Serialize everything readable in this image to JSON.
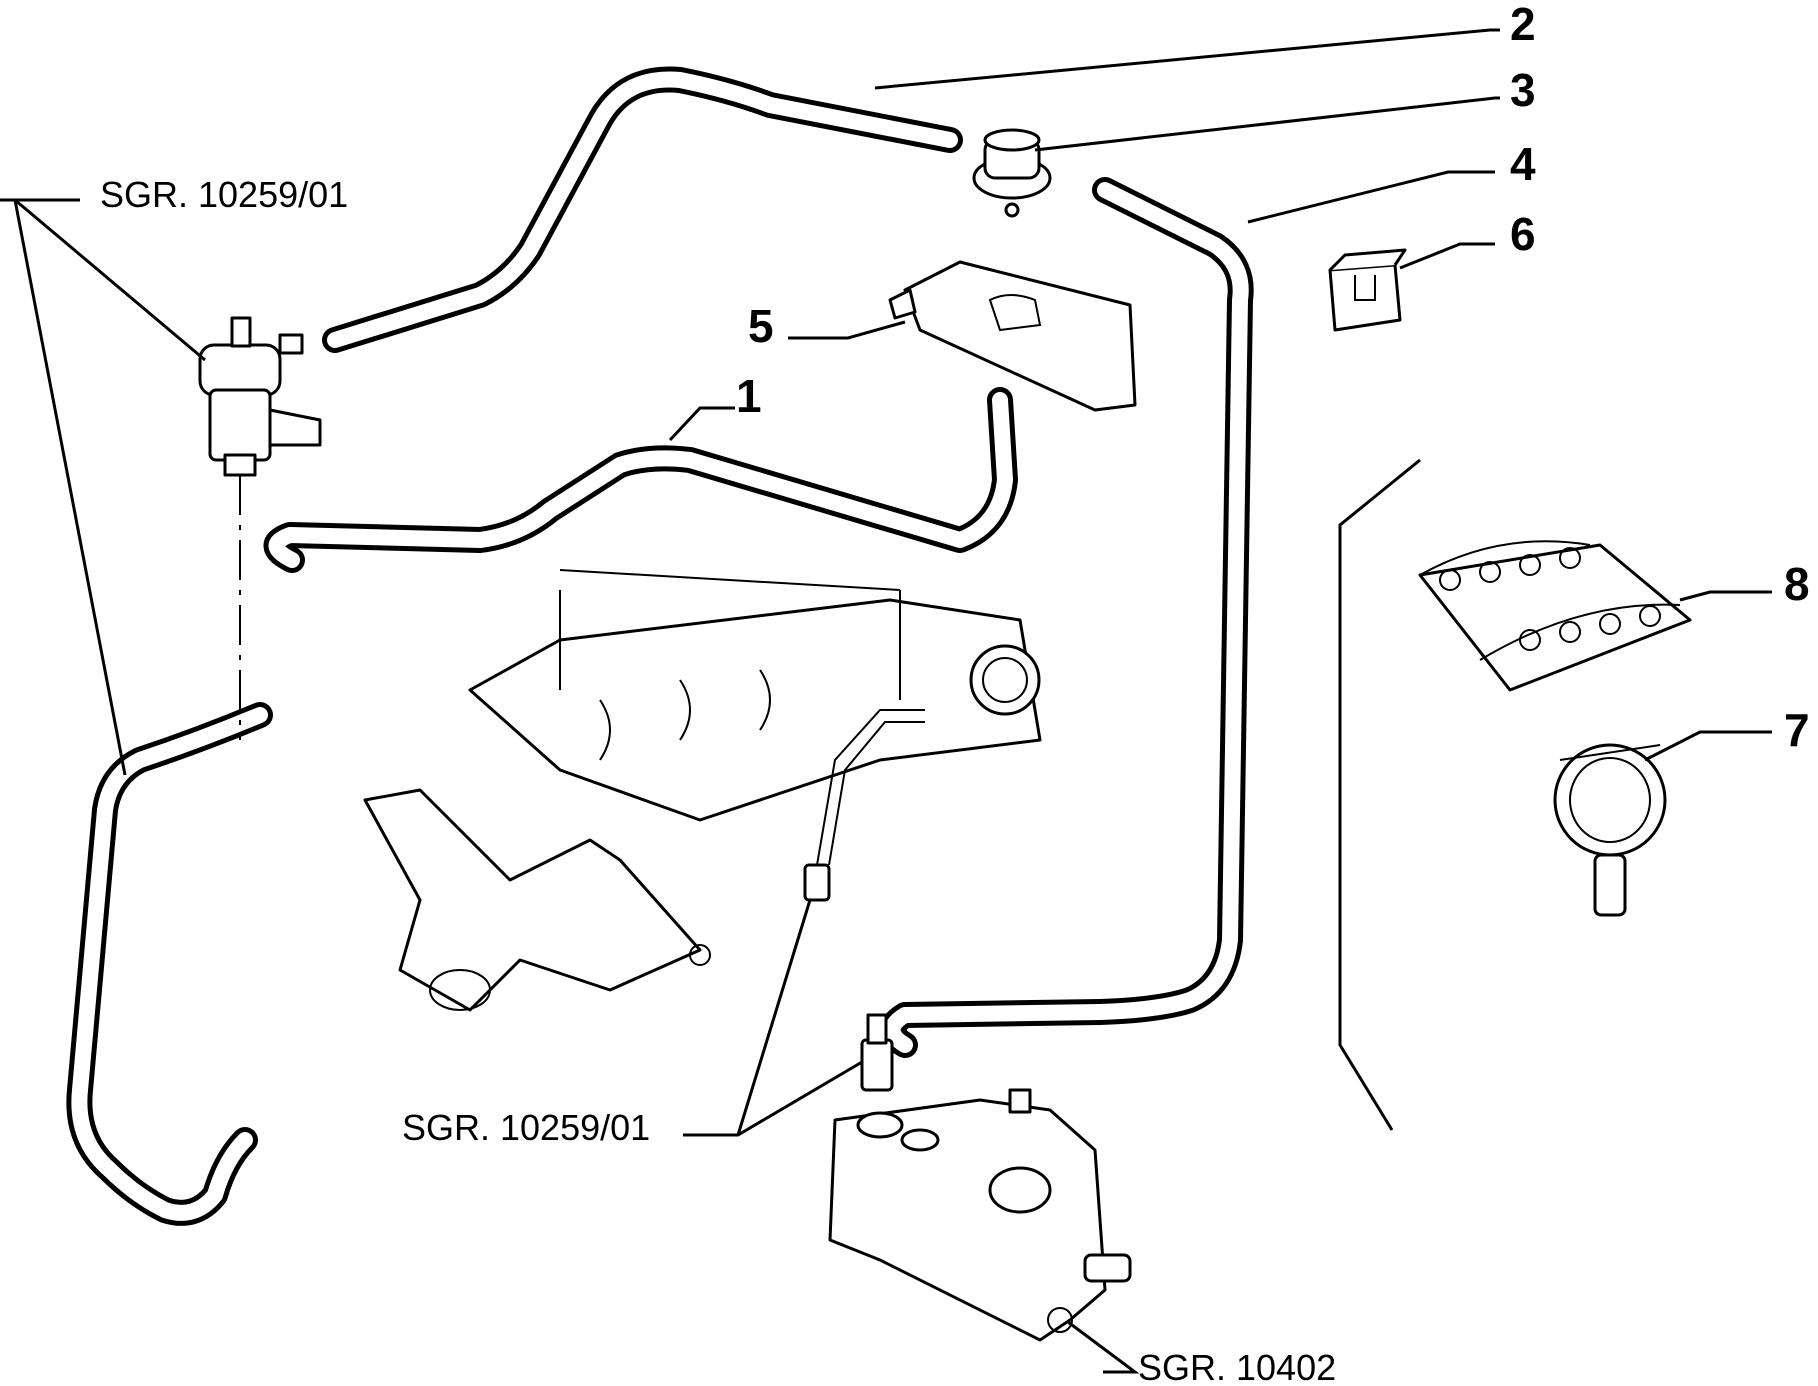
{
  "callouts": [
    {
      "id": "1",
      "label": "1"
    },
    {
      "id": "2",
      "label": "2"
    },
    {
      "id": "3",
      "label": "3"
    },
    {
      "id": "4",
      "label": "4"
    },
    {
      "id": "5",
      "label": "5"
    },
    {
      "id": "6",
      "label": "6"
    },
    {
      "id": "7",
      "label": "7"
    },
    {
      "id": "8",
      "label": "8"
    }
  ],
  "references": [
    {
      "id": "valve_group",
      "label": "SGR. 10259/01"
    },
    {
      "id": "sensor_group",
      "label": "SGR. 10259/01"
    },
    {
      "id": "thermostat_group",
      "label": "SGR. 10402"
    }
  ]
}
